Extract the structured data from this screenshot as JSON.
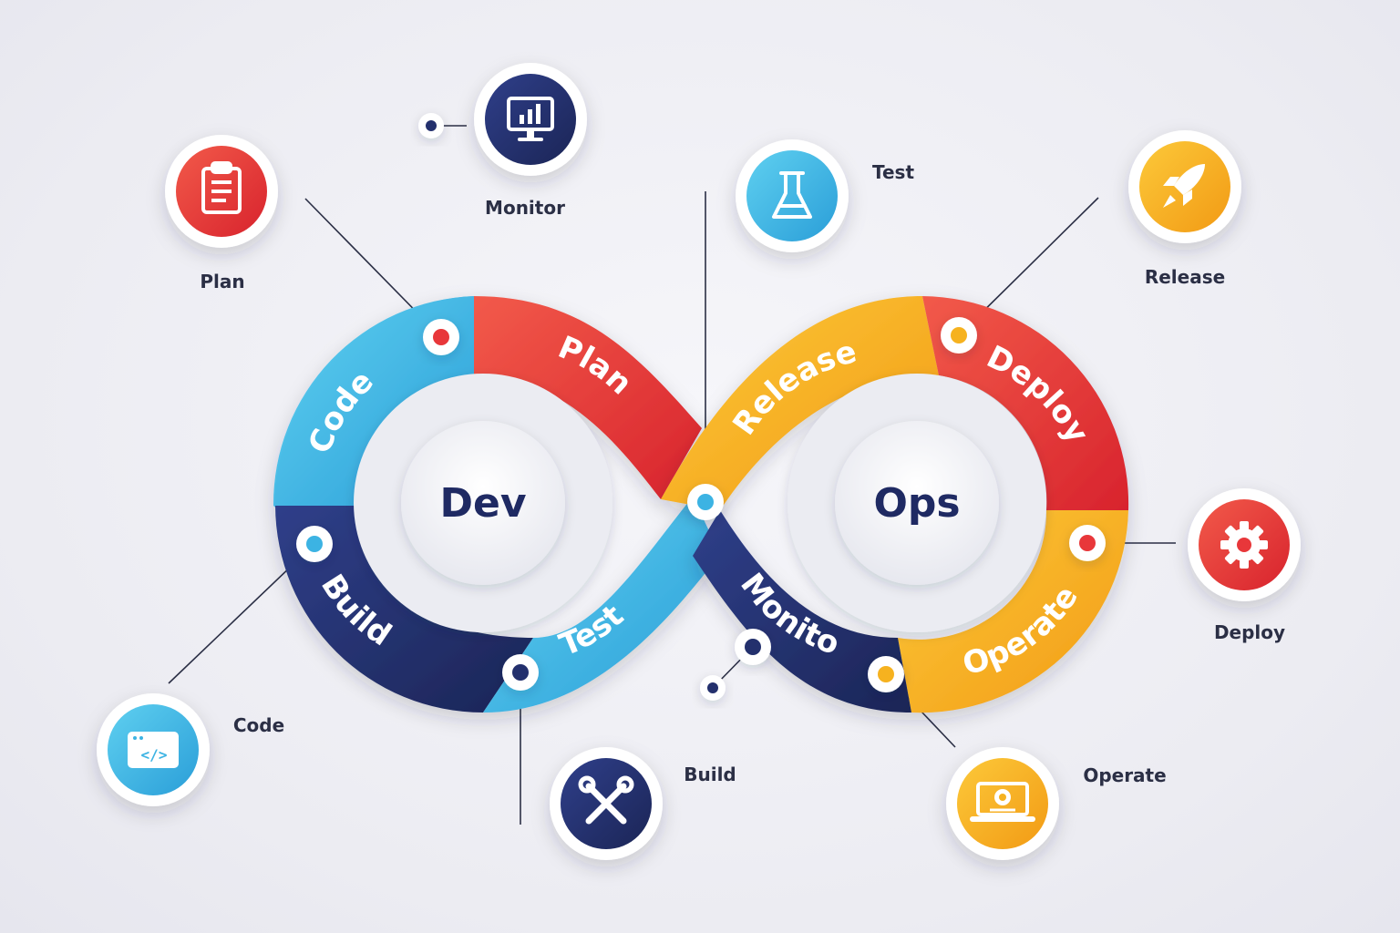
{
  "hubs": {
    "dev": "Dev",
    "ops": "Ops"
  },
  "segments": {
    "plan": "Plan",
    "code": "Code",
    "build": "Build",
    "test": "Test",
    "release": "Release",
    "deploy": "Deploy",
    "operate": "Operate",
    "monitor": "Monitor"
  },
  "steps": {
    "plan": "Plan",
    "monitor": "Monitor",
    "test": "Test",
    "release": "Release",
    "deploy": "Deploy",
    "operate": "Operate",
    "build": "Build",
    "code": "Code"
  },
  "colors": {
    "red": "#e8373a",
    "blue": "#3cb3e3",
    "navy": "#23306d",
    "yellow": "#f6b21f"
  },
  "icons": {
    "plan": "clipboard-icon",
    "monitor": "monitor-chart-icon",
    "test": "flask-icon",
    "release": "rocket-icon",
    "deploy": "gear-icon",
    "operate": "laptop-gear-icon",
    "build": "wrench-screwdriver-icon",
    "code": "code-window-icon"
  }
}
